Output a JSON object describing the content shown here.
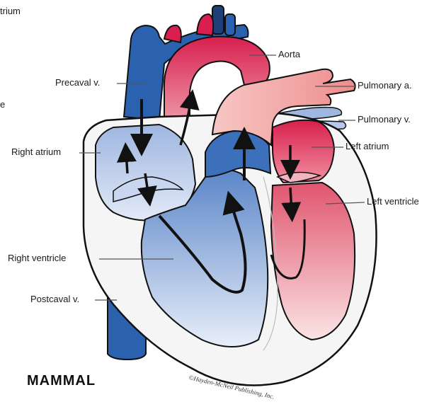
{
  "figure": {
    "title": "MAMMAL",
    "credit": "©Hayden-McNeil Publishing, Inc.",
    "cut_off_left_labels": [
      "trium",
      "e"
    ]
  },
  "labels": {
    "aorta": "Aorta",
    "pulmonary_a": "Pulmonary a.",
    "pulmonary_v": "Pulmonary v.",
    "left_atrium": "Left atrium",
    "left_ventricle": "Left ventricle",
    "precaval_v": "Precaval v.",
    "right_atrium": "Right atrium",
    "right_ventricle": "Right ventricle",
    "postcaval_v": "Postcaval v."
  },
  "colors": {
    "deoxygenated_blood": "#2f66b3",
    "deoxygenated_light": "#c9d6ef",
    "oxygenated_blood": "#d81f4e",
    "oxygenated_light": "#f4b8b8",
    "pulmonary_artery": "#f2a3a3",
    "heart_wall": "#f4f4f4",
    "outline": "#111111"
  }
}
